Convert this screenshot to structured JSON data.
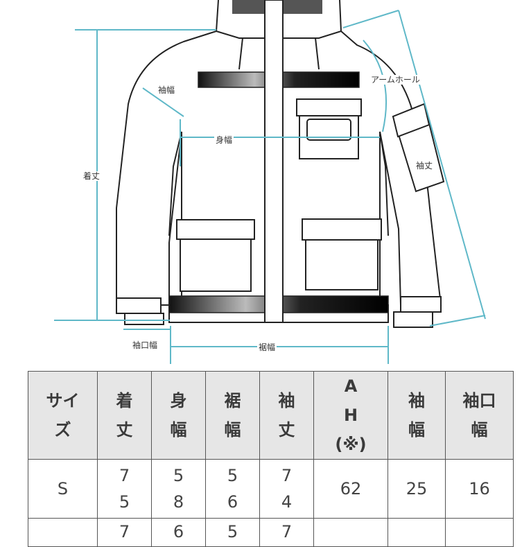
{
  "diagram": {
    "labels": {
      "length": "着丈",
      "sleeve_width": "袖幅",
      "body_width": "身幅",
      "armhole": "アームホール",
      "sleeve_length": "袖丈",
      "cuff_width": "袖口幅",
      "hem_width": "裾幅"
    },
    "measure_line_color": "#5fb8c8",
    "garment_line_color": "#222222"
  },
  "table": {
    "headers": [
      {
        "key": "size",
        "chars": [
          "サイ",
          "ズ"
        ]
      },
      {
        "key": "length",
        "chars": [
          "着",
          "丈"
        ]
      },
      {
        "key": "body_width",
        "chars": [
          "身",
          "幅"
        ]
      },
      {
        "key": "hem_width",
        "chars": [
          "裾",
          "幅"
        ]
      },
      {
        "key": "sleeve_length",
        "chars": [
          "袖",
          "丈"
        ]
      },
      {
        "key": "armhole",
        "chars": [
          "A",
          "H",
          "(※)"
        ]
      },
      {
        "key": "sleeve_width",
        "chars": [
          "袖",
          "幅"
        ]
      },
      {
        "key": "cuff_width",
        "chars": [
          "袖口",
          "幅"
        ]
      }
    ],
    "rows": [
      {
        "size": "S",
        "length": [
          "7",
          "5"
        ],
        "body_width": [
          "5",
          "8"
        ],
        "hem_width": [
          "5",
          "6"
        ],
        "sleeve_length": [
          "7",
          "4"
        ],
        "armhole": "62",
        "sleeve_width": "25",
        "cuff_width": "16"
      },
      {
        "size": "",
        "length": [
          "7"
        ],
        "body_width": [
          "6"
        ],
        "hem_width": [
          "5"
        ],
        "sleeve_length": [
          "7"
        ],
        "armhole": "",
        "sleeve_width": "",
        "cuff_width": ""
      }
    ],
    "header_bg": "#e6e6e6"
  }
}
